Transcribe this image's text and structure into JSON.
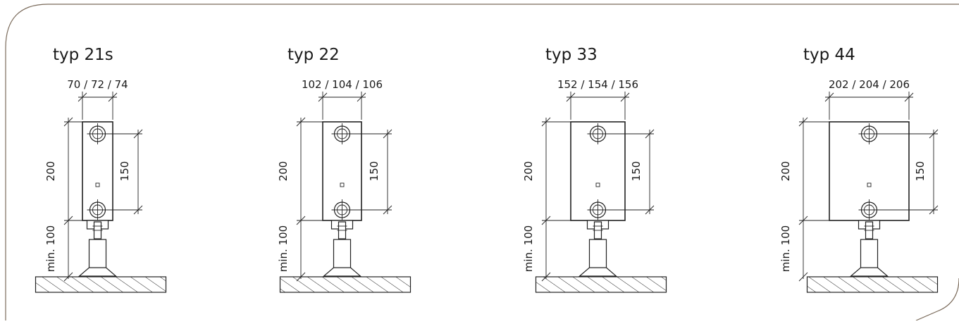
{
  "colors": {
    "frame": "#7a6a5a",
    "line": "#222222",
    "text": "#1a1a1a"
  },
  "radiators": [
    {
      "type_label": "typ 21s",
      "width_label": "70 / 72 / 74",
      "height_label": "200",
      "spacing_label": "150",
      "clearance_label": "min. 100"
    },
    {
      "type_label": "typ 22",
      "width_label": "102 / 104 / 106",
      "height_label": "200",
      "spacing_label": "150",
      "clearance_label": "min. 100"
    },
    {
      "type_label": "typ 33",
      "width_label": "152 / 154 / 156",
      "height_label": "200",
      "spacing_label": "150",
      "clearance_label": "min. 100"
    },
    {
      "type_label": "typ 44",
      "width_label": "202 / 204 / 206",
      "height_label": "200",
      "spacing_label": "150",
      "clearance_label": "min. 100"
    }
  ]
}
